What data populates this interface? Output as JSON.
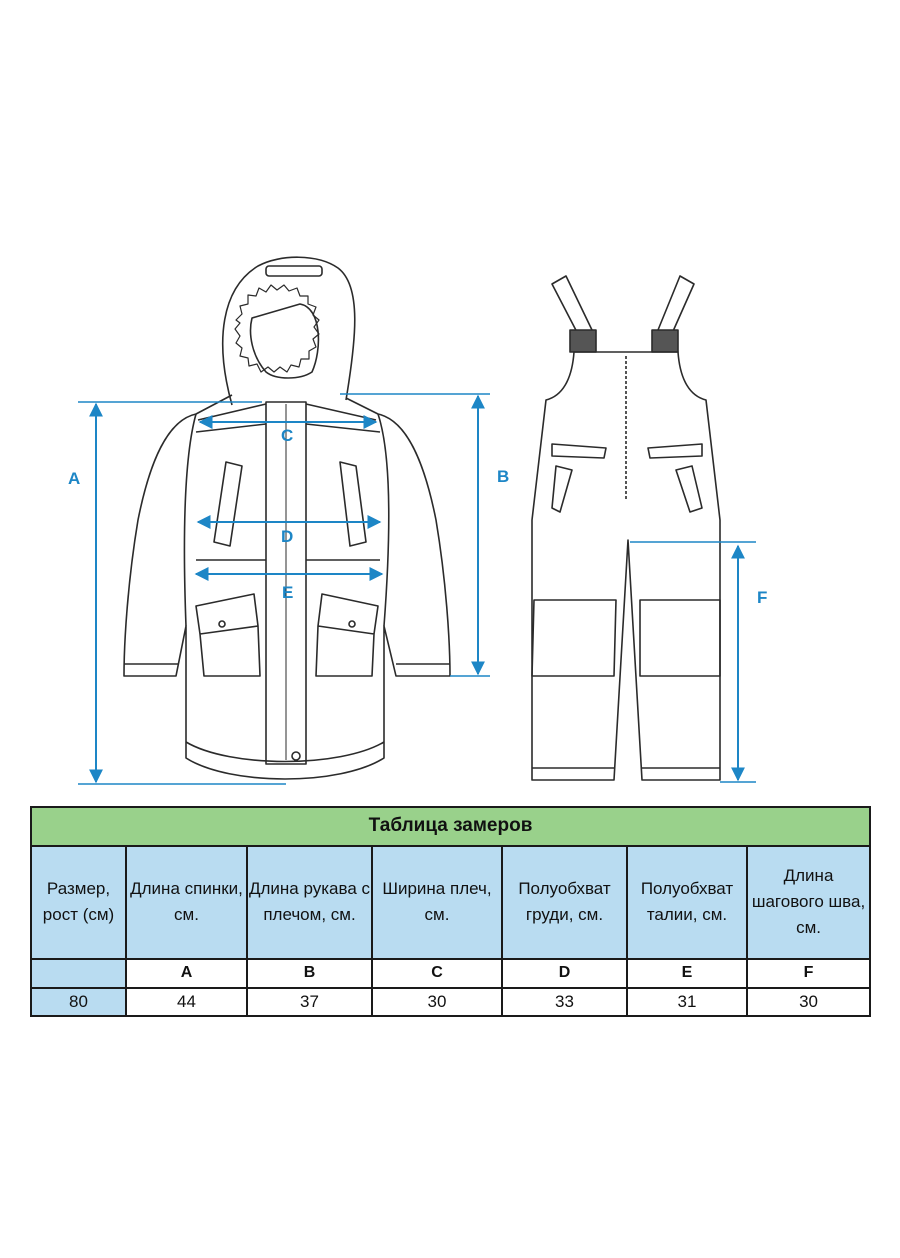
{
  "colors": {
    "dimension_line": "#1d86c6",
    "garment_outline": "#2b2b2b",
    "table_title_bg": "#99d18b",
    "table_header_bg": "#b9dcf1"
  },
  "dimension_letters": [
    "A",
    "B",
    "C",
    "D",
    "E",
    "F"
  ],
  "table": {
    "title": "Таблица замеров",
    "headers": [
      "Размер, рост (см)",
      "Длина спинки, см.",
      "Длина рукава с плечом, см.",
      "Ширина плеч, см.",
      "Полуобхват груди, см.",
      "Полуобхват талии, см.",
      "Длина шагового шва, см."
    ],
    "letters": [
      "",
      "A",
      "B",
      "C",
      "D",
      "E",
      "F"
    ],
    "rows": [
      [
        "80",
        "44",
        "37",
        "30",
        "33",
        "31",
        "30"
      ]
    ]
  }
}
